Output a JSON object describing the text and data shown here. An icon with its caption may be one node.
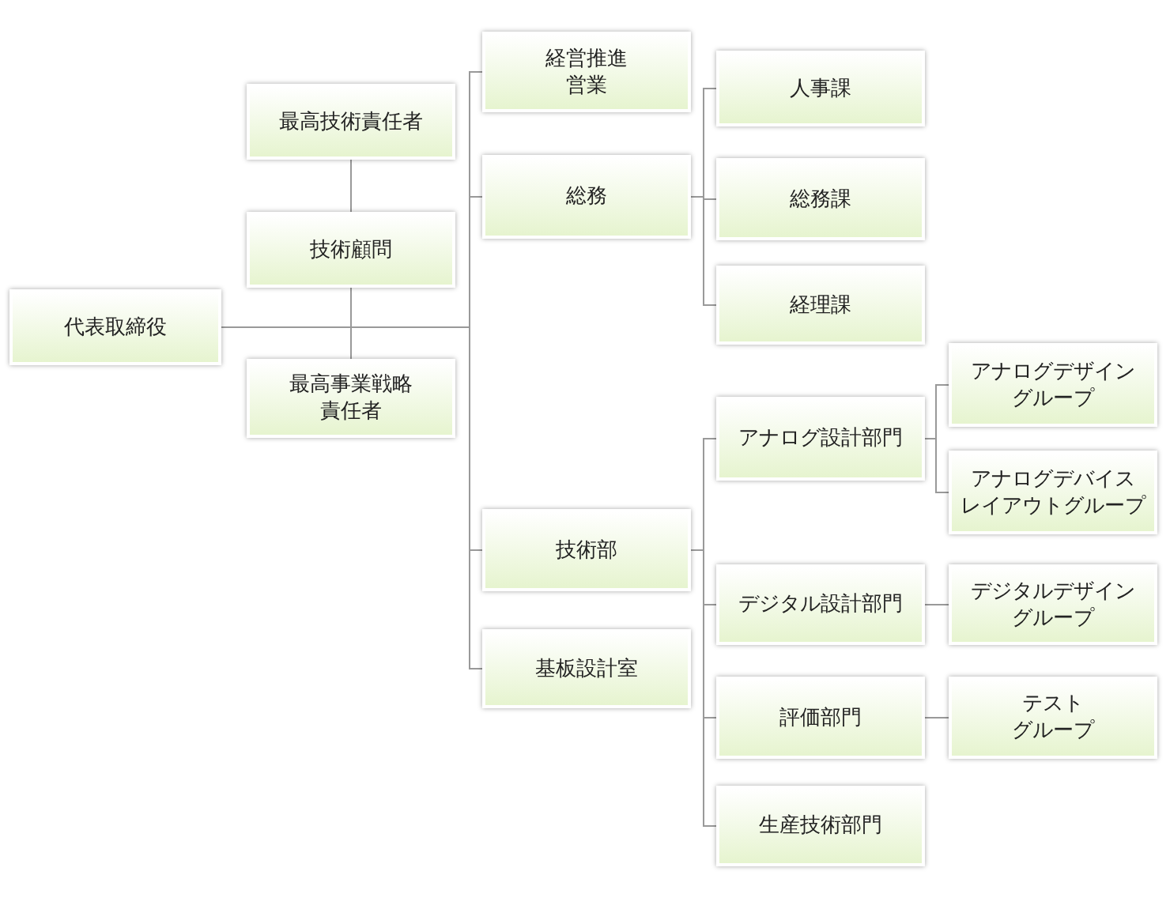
{
  "diagram": {
    "nodes": [
      {
        "text": [
          "代表取締役"
        ]
      },
      {
        "text": [
          "最高技術責任者"
        ]
      },
      {
        "text": [
          "技術顧問"
        ]
      },
      {
        "text": [
          "最高事業戦略責任者"
        ]
      },
      {
        "text": [
          "経営推進営業"
        ]
      },
      {
        "text": [
          "総務"
        ]
      },
      {
        "text": [
          "技術部"
        ]
      },
      {
        "text": [
          "基板設計室"
        ]
      },
      {
        "text": [
          "人事課"
        ]
      },
      {
        "text": [
          "総務課"
        ]
      },
      {
        "text": [
          "経理課"
        ]
      },
      {
        "text": [
          "アナログ設計部門"
        ]
      },
      {
        "text": [
          "デジタル設計部門"
        ]
      },
      {
        "text": [
          "評価部門"
        ]
      },
      {
        "text": [
          "生産技術部門"
        ]
      },
      {
        "text": [
          "アナログデザイングループ"
        ]
      },
      {
        "text": [
          "アナログデバイスレイアウトグループ"
        ]
      },
      {
        "text": [
          "デジタルデザイングループ"
        ]
      },
      {
        "text": [
          "テストグループ"
        ]
      }
    ],
    "edges": [
      {
        "from": 1,
        "to": 2,
        "arrow": "none"
      },
      {
        "from": 2,
        "to": 3,
        "arrow": "none"
      },
      {
        "from": 0,
        "to": 4,
        "arrow": "none"
      },
      {
        "from": 0,
        "to": 5,
        "arrow": "none"
      },
      {
        "from": 0,
        "to": 6,
        "arrow": "none"
      },
      {
        "from": 0,
        "to": 7,
        "arrow": "none"
      },
      {
        "from": 5,
        "to": 8,
        "arrow": "none"
      },
      {
        "from": 5,
        "to": 9,
        "arrow": "none"
      },
      {
        "from": 5,
        "to": 10,
        "arrow": "none"
      },
      {
        "from": 6,
        "to": 11,
        "arrow": "none"
      },
      {
        "from": 6,
        "to": 12,
        "arrow": "none"
      },
      {
        "from": 6,
        "to": 13,
        "arrow": "none"
      },
      {
        "from": 6,
        "to": 14,
        "arrow": "none"
      },
      {
        "from": 11,
        "to": 15,
        "arrow": "none"
      },
      {
        "from": 11,
        "to": 16,
        "arrow": "none"
      },
      {
        "from": 12,
        "to": 17,
        "arrow": "none"
      },
      {
        "from": 13,
        "to": 18,
        "arrow": "none"
      }
    ]
  }
}
